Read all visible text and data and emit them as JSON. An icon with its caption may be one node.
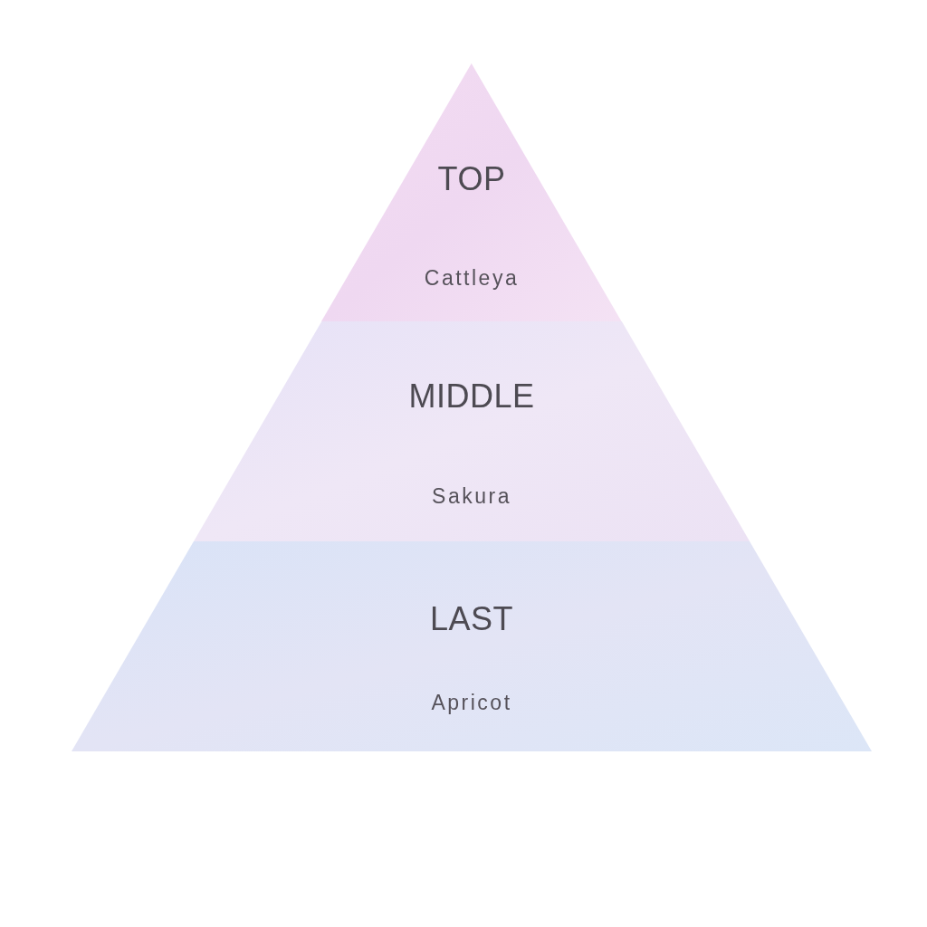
{
  "diagram": {
    "nodes": [
      {
        "text": [
          "TOP",
          "Cattleya"
        ]
      },
      {
        "text": [
          "MIDDLE",
          "Sakura"
        ]
      },
      {
        "text": [
          "LAST",
          "Apricot"
        ]
      }
    ]
  }
}
